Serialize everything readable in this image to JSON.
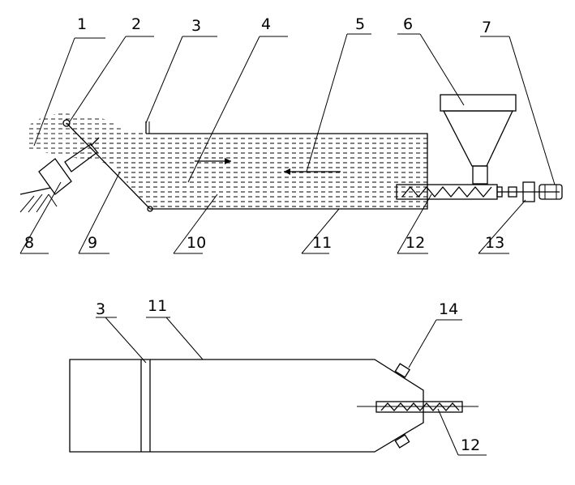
{
  "top_view_labels": {
    "l1": "1",
    "l2": "2",
    "l3": "3",
    "l4": "4",
    "l5": "5",
    "l6": "6",
    "l7": "7",
    "l8": "8",
    "l9": "9",
    "l10": "10",
    "l11": "11",
    "l12": "12",
    "l13": "13"
  },
  "bottom_view_labels": {
    "l3": "3",
    "l11": "11",
    "l12": "12",
    "l14": "14"
  }
}
